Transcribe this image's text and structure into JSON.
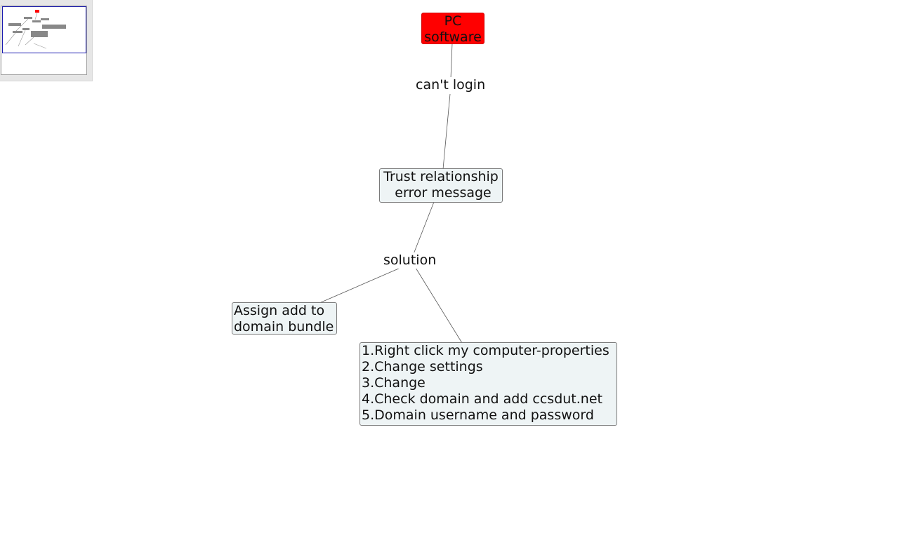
{
  "concept_map": {
    "nodes": {
      "root": {
        "text": "PC\nsoftware",
        "color": "#ff0000"
      },
      "trust": {
        "text": "Trust relationship\n error message"
      },
      "assign": {
        "text": "Assign add to\ndomain bundle"
      },
      "steps": {
        "text": "1.Right click my computer-properties\n2.Change settings\n3.Change\n4.Check domain and add ccsdut.net\n5.Domain username and password"
      }
    },
    "links": {
      "cant_login": "can't login",
      "solution": "solution"
    },
    "node_fill": "#eef4f5",
    "line_color": "#555555"
  },
  "overview": {
    "viewport_color": "#1c1cb0",
    "root_color": "#ff0000",
    "node_color": "#808080"
  }
}
